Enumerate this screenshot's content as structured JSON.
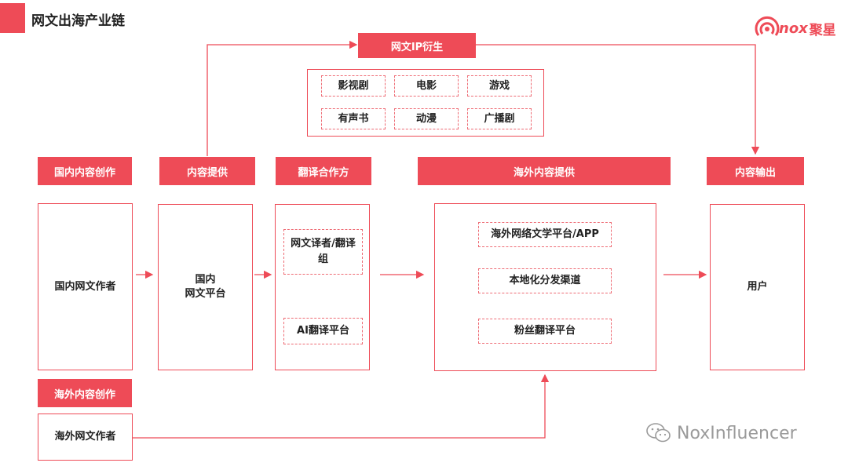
{
  "header": {
    "title": "网文出海产业链"
  },
  "logo": {
    "brand_latin": "nox",
    "brand_cn": "聚星"
  },
  "ip": {
    "title": "网文IP衍生",
    "items": [
      "影视剧",
      "电影",
      "游戏",
      "有声书",
      "动漫",
      "广播剧"
    ]
  },
  "stages": {
    "domestic_creation": "国内内容创作",
    "content_supply": "内容提供",
    "translation": "翻译合作方",
    "overseas_supply": "海外内容提供",
    "output": "内容输出",
    "overseas_creation": "海外内容创作"
  },
  "boxes": {
    "domestic_author": "国内网文作者",
    "platform_line1": "国内",
    "platform_line2": "网文平台",
    "translator": "网文译者/翻译组",
    "ai": "AI翻译平台",
    "overseas_platform": "海外网络文学平台/APP",
    "localization": "本地化分发渠道",
    "fan_translation": "粉丝翻译平台",
    "user": "用户",
    "overseas_author": "海外网文作者"
  },
  "watermark": "NoxInfluencer",
  "colors": {
    "accent": "#ee4b57",
    "dashed": "#ee6b74",
    "text": "#222222"
  }
}
